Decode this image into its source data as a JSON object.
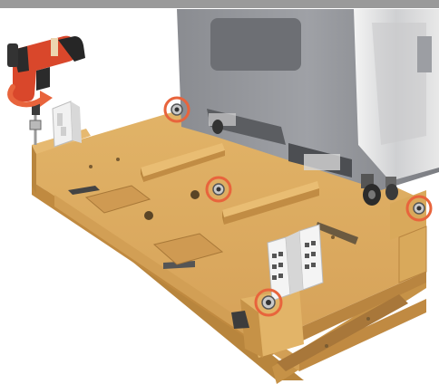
{
  "illustration": {
    "tool": "cordless-drill",
    "rotation_indicator": "counterclockwise-arrow",
    "fastener": "hex-bolt",
    "callout_color": "#e8643c",
    "drill_body_color": "#d9472b",
    "drill_grip_color": "#2b2b2b",
    "pallet_wood_color": "#d9a95b",
    "pallet_wood_shadow": "#b8853d",
    "printer_body_color": "#8f9196",
    "header_bar_color": "#9a9a9a",
    "callouts": [
      {
        "name": "callout-bolt-top-center"
      },
      {
        "name": "callout-bolt-middle"
      },
      {
        "name": "callout-bolt-right"
      },
      {
        "name": "callout-bolt-front"
      }
    ]
  }
}
